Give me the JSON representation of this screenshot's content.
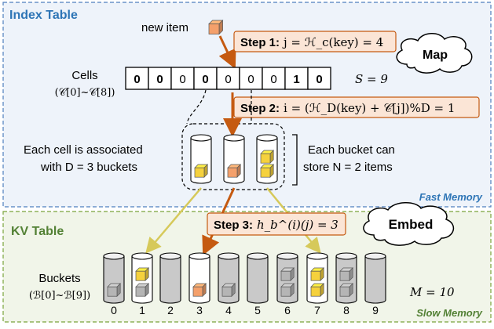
{
  "index_table": {
    "title": "Index Table",
    "memory_label": "Fast Memory",
    "new_item_label": "new item",
    "cells_label": "Cells",
    "cells_range": "(𝒞[0]~𝒞[8])",
    "cells": [
      "0",
      "0",
      "0",
      "0",
      "0",
      "0",
      "0",
      "1",
      "0"
    ],
    "cells_bold": [
      true,
      true,
      false,
      true,
      false,
      false,
      false,
      true,
      true
    ],
    "s_label": "S = 9",
    "step1": {
      "label": "Step 1:",
      "formula": "j = ℋ_c(key) = 4"
    },
    "step2": {
      "label": "Step 2:",
      "formula": "i = (ℋ_D(key) + 𝒞[j])%D = 1"
    },
    "map_label": "Map",
    "assoc_text_1": "Each cell is associated",
    "assoc_text_2": "with D = 3 buckets",
    "bucket_text_1": "Each bucket can",
    "bucket_text_2": "store N = 2 items"
  },
  "kv_table": {
    "title": "KV Table",
    "memory_label": "Slow Memory",
    "step3": {
      "label": "Step 3:",
      "formula": "h_b^(i)(j) = 3"
    },
    "embed_label": "Embed",
    "buckets_label": "Buckets",
    "buckets_range": "(ℬ[0]~ℬ[9])",
    "bucket_indices": [
      "0",
      "1",
      "2",
      "3",
      "4",
      "5",
      "6",
      "7",
      "8",
      "9"
    ],
    "m_label": "M = 10"
  },
  "colors": {
    "index_bg": "#eef3fa",
    "index_border": "#4f7fbf",
    "kv_bg": "#f1f5e9",
    "kv_border": "#7aa53c",
    "title_blue": "#2e75b6",
    "title_green": "#538135",
    "step_fill": "#fbe5d6",
    "step_stroke": "#c55a11",
    "arrow_orange": "#c55a11",
    "arrow_yellow": "#d6c95a",
    "cube_orange": "#f4a06b",
    "cube_yellow": "#f5d13d",
    "cube_gray": "#b5b5b5"
  }
}
